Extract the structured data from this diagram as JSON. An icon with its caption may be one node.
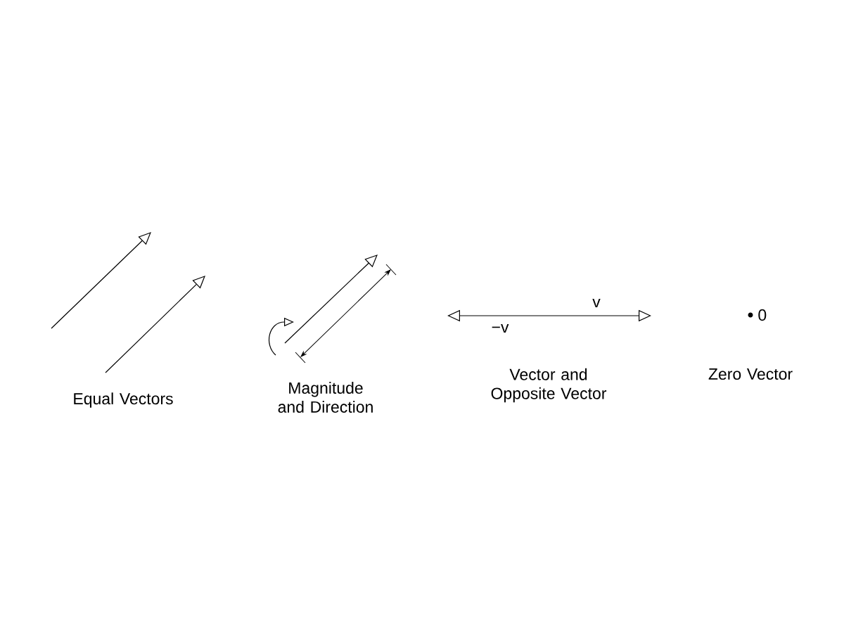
{
  "diagram": {
    "labels": [
      "Equal Vectors",
      "Magnitude and Direction",
      "v",
      "−v",
      "Vector and Opposite Vector",
      "0",
      "Zero Vector"
    ]
  }
}
